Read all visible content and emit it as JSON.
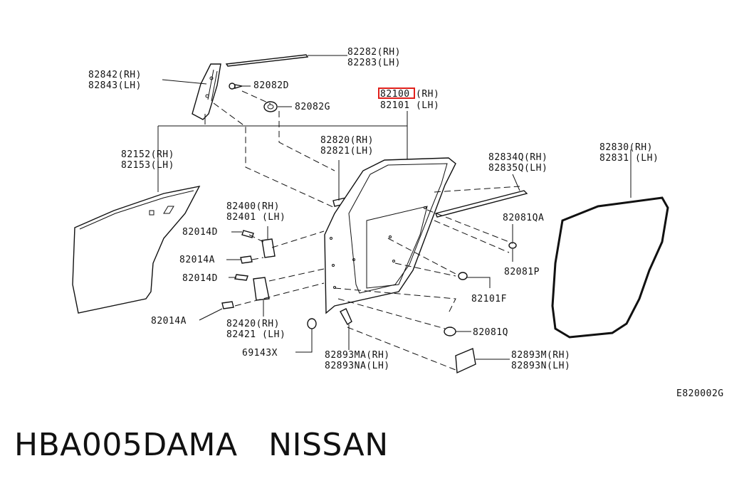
{
  "labels": {
    "l82282": "82282(RH)",
    "l82283": "82283(LH)",
    "l82842": "82842(RH)",
    "l82843": "82843(LH)",
    "l82082D": "82082D",
    "l82082G": "82082G",
    "l82100": "82100",
    "l82100rh": "(RH)",
    "l82101": "82101 (LH)",
    "l82820": "82820(RH)",
    "l82821": "82821(LH)",
    "l82834Q": "82834Q(RH)",
    "l82835Q": "82835Q(LH)",
    "l82830": "82830(RH)",
    "l82831": "82831 (LH)",
    "l82152": "82152(RH)",
    "l82153": "82153(LH)",
    "l82400": "82400(RH)",
    "l82401": "82401 (LH)",
    "l82014D_1": "82014D",
    "l82014A_1": "82014A",
    "l82014D_2": "82014D",
    "l82014A_2": "82014A",
    "l82081QA": "82081QA",
    "l82081P": "82081P",
    "l82101F": "82101F",
    "l82081Q": "82081Q",
    "l82420": "82420(RH)",
    "l82421": "82421 (LH)",
    "l69143X": "69143X",
    "l82893MA": "82893MA(RH)",
    "l82893NA": "82893NA(LH)",
    "l82893M": "82893M(RH)",
    "l82893N": "82893N(LH)",
    "diagram_code": "E820002G"
  },
  "highlight": {
    "part": "82100",
    "color": "#e0201b"
  },
  "footer": {
    "text": "HBA005DAMA   NISSAN"
  }
}
